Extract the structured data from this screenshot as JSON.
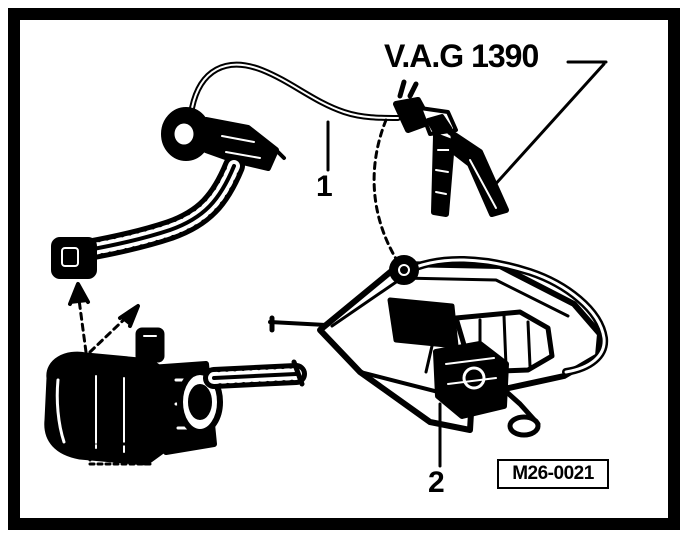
{
  "labels": {
    "tool": "V.A.G 1390",
    "callout_1": "1",
    "callout_2": "2",
    "figure_code": "M26-0021"
  },
  "colors": {
    "ink": "#000000",
    "paper": "#ffffff"
  }
}
